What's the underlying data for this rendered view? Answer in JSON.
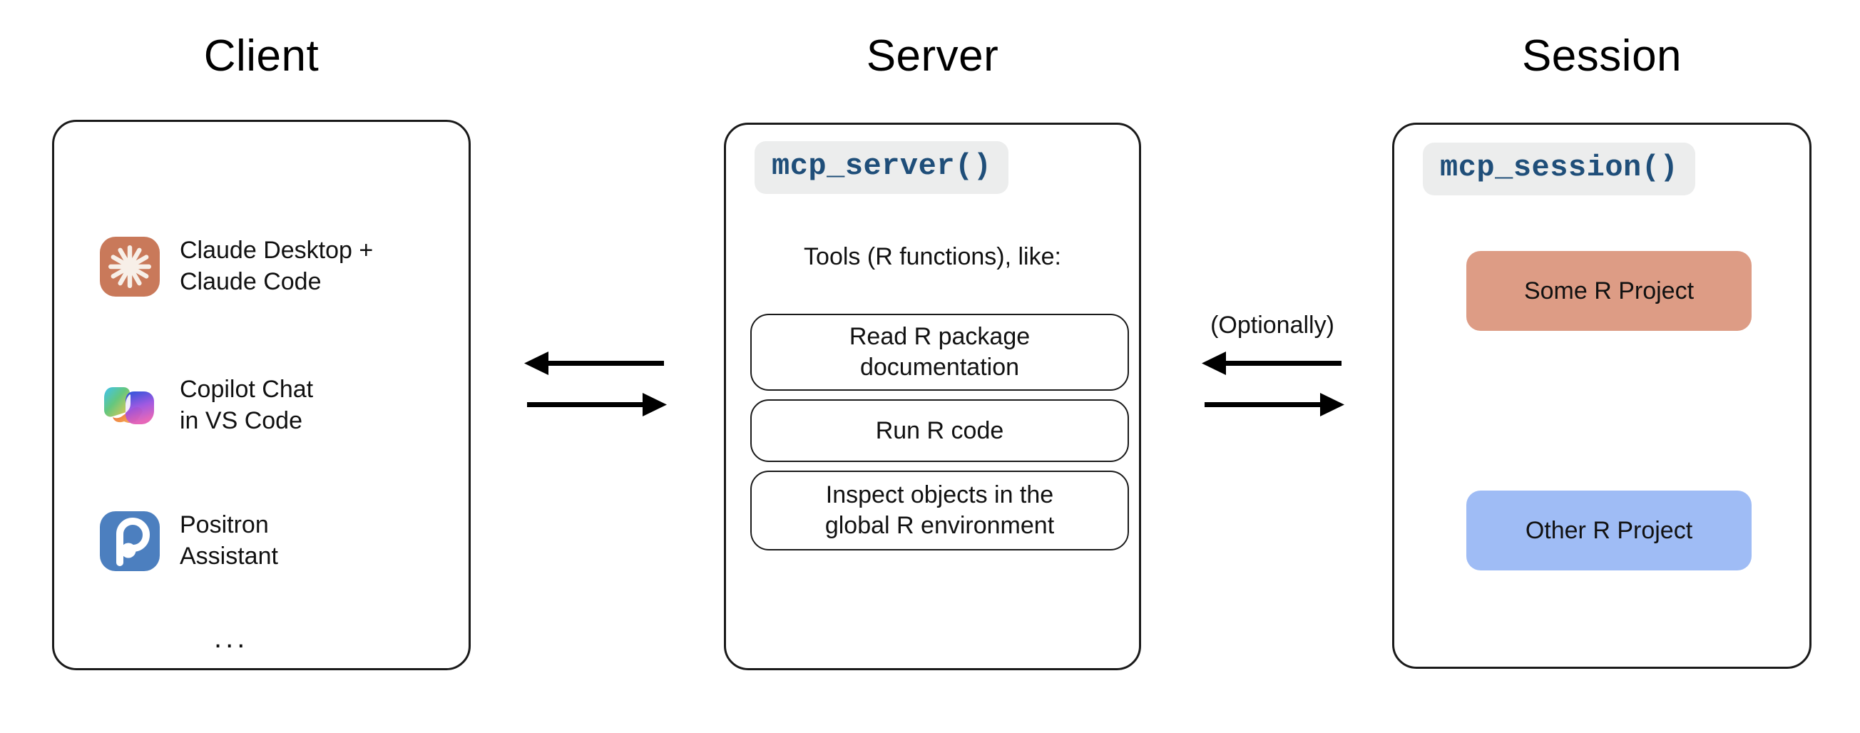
{
  "columns": {
    "client": {
      "title": "Client"
    },
    "server": {
      "title": "Server"
    },
    "session": {
      "title": "Session"
    }
  },
  "client": {
    "items": [
      {
        "icon": "claude-icon",
        "label": "Claude Desktop +\nClaude Code"
      },
      {
        "icon": "copilot-icon",
        "label": "Copilot Chat\nin VS Code"
      },
      {
        "icon": "positron-icon",
        "label": "Positron\nAssistant"
      }
    ],
    "ellipsis": "..."
  },
  "server": {
    "badge": "mcp_server()",
    "tools_caption": "Tools (R functions), like:",
    "tools": [
      "Read R package\ndocumentation",
      "Run R code",
      "Inspect objects in the\nglobal R environment"
    ]
  },
  "session": {
    "badge": "mcp_session()",
    "projects": [
      {
        "label": "Some R Project",
        "color": "#DD9C85"
      },
      {
        "label": "Other R Project",
        "color": "#9FBCF5"
      }
    ]
  },
  "connectors": {
    "client_server": {
      "top_arrow_direction": "left",
      "bottom_arrow_direction": "right"
    },
    "server_session": {
      "label": "(Optionally)",
      "top_arrow_direction": "left",
      "bottom_arrow_direction": "right"
    }
  },
  "colors": {
    "claude_icon_bg": "#C9795A",
    "claude_icon_fg": "#F7EFE8",
    "positron_icon_bg": "#4C7FBF",
    "positron_icon_fg": "#FFFFFF",
    "code_badge_bg": "#ECEDED",
    "code_badge_fg": "#1F4E79",
    "panel_border": "#1A1A1A",
    "arrow": "#000000"
  }
}
